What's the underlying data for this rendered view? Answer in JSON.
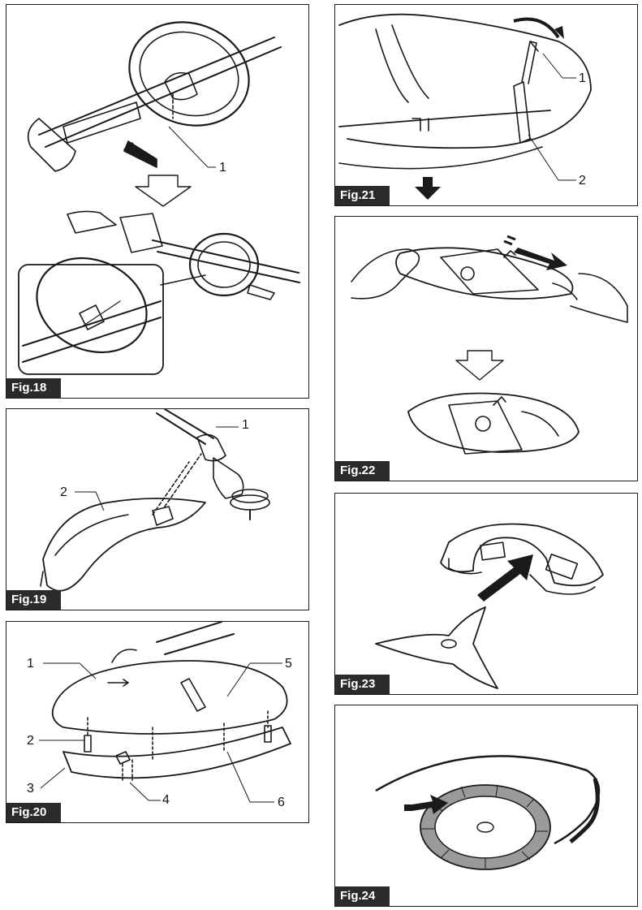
{
  "figures": {
    "fig18": {
      "label": "Fig.18",
      "callouts": [
        "1"
      ]
    },
    "fig19": {
      "label": "Fig.19",
      "callouts": [
        "1",
        "2"
      ]
    },
    "fig20": {
      "label": "Fig.20",
      "callouts": [
        "1",
        "2",
        "3",
        "4",
        "5",
        "6"
      ]
    },
    "fig21": {
      "label": "Fig.21",
      "callouts": [
        "1",
        "2"
      ]
    },
    "fig22": {
      "label": "Fig.22"
    },
    "fig23": {
      "label": "Fig.23"
    },
    "fig24": {
      "label": "Fig.24"
    }
  },
  "colors": {
    "line": "#1a1a1a",
    "label_bg": "#2b2b2b",
    "label_text": "#ffffff",
    "shade": "#9a9a9a"
  }
}
